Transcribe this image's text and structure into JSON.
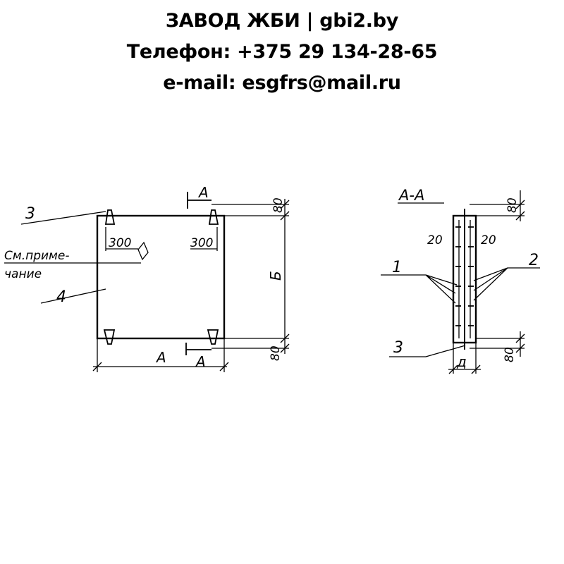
{
  "header": {
    "line1": "ЗАВОД ЖБИ | gbi2.by",
    "line2": "Телефон: +375 29 134-28-65",
    "line3": "e-mail: esgfrs@mail.ru"
  },
  "plan": {
    "label_3": "3",
    "label_4": "4",
    "note_line1": "См.приме-",
    "note_line2": "чание",
    "dim_300_left": "300",
    "dim_300_right": "300",
    "dim_80_top": "80",
    "dim_80_bottom": "80",
    "dim_b": "Б",
    "dim_a": "А",
    "section_top": "А",
    "section_bottom": "А"
  },
  "section": {
    "title": "А-А",
    "label_1": "1",
    "label_2": "2",
    "label_3": "3",
    "dim_20_left": "20",
    "dim_20_right": "20",
    "dim_80_top": "80",
    "dim_80_bottom": "80",
    "dim_d": "д"
  }
}
